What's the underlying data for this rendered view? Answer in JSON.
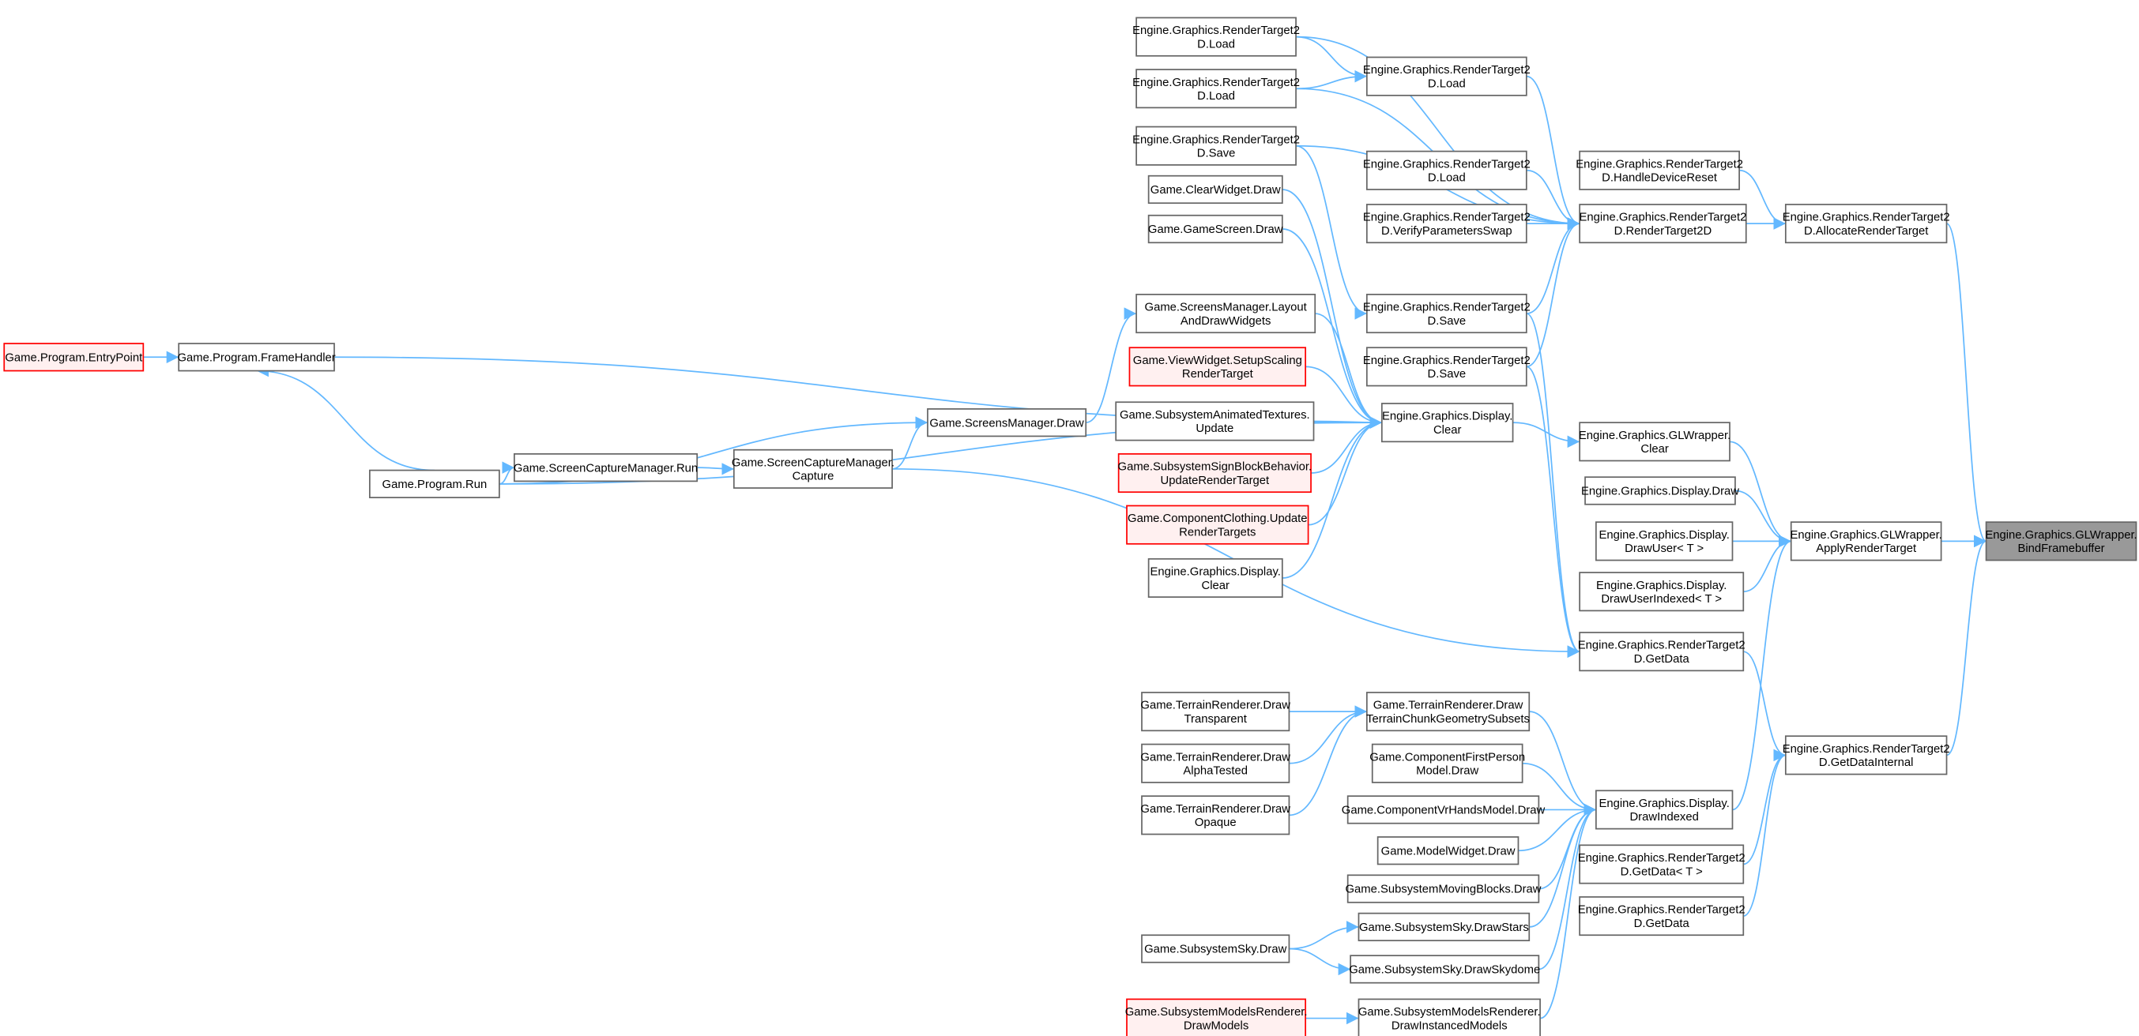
{
  "graph": {
    "title": "Engine.Graphics.GLWrapper.BindFramebuffer caller graph",
    "colors": {
      "edge": "#63b8ff",
      "node_border": "#666666",
      "node_fill": "#ffffff",
      "focus_fill": "#999999",
      "truncated_border": "#ff0000",
      "truncated_fill": "#fff0f0"
    },
    "nodes": [
      {
        "id": "n1",
        "lines": [
          "Game.Program.EntryPoint"
        ],
        "style": "truncated"
      },
      {
        "id": "n2",
        "lines": [
          "Game.Program.FrameHandler"
        ],
        "style": "normal"
      },
      {
        "id": "n3",
        "lines": [
          "Game.Program.Run"
        ],
        "style": "normal"
      },
      {
        "id": "n4",
        "lines": [
          "Game.ScreenCaptureManager.Run"
        ],
        "style": "normal"
      },
      {
        "id": "n5",
        "lines": [
          "Game.ScreenCaptureManager.",
          "Capture"
        ],
        "style": "normal"
      },
      {
        "id": "n6",
        "lines": [
          "Game.ScreensManager.Draw"
        ],
        "style": "normal"
      },
      {
        "id": "n7",
        "lines": [
          "Game.ScreensManager.Layout",
          "AndDrawWidgets"
        ],
        "style": "normal"
      },
      {
        "id": "n8",
        "lines": [
          "Game.ViewWidget.SetupScaling",
          "RenderTarget"
        ],
        "style": "truncated"
      },
      {
        "id": "n9",
        "lines": [
          "Game.SubsystemAnimatedTextures.",
          "Update"
        ],
        "style": "normal"
      },
      {
        "id": "n10",
        "lines": [
          "Game.SubsystemSignBlockBehavior.",
          "UpdateRenderTarget"
        ],
        "style": "truncated"
      },
      {
        "id": "n11",
        "lines": [
          "Game.ComponentClothing.Update",
          "RenderTargets"
        ],
        "style": "truncated"
      },
      {
        "id": "n12",
        "lines": [
          "Engine.Graphics.Display.",
          "Clear"
        ],
        "style": "normal"
      },
      {
        "id": "n13",
        "lines": [
          "Game.ClearWidget.Draw"
        ],
        "style": "normal"
      },
      {
        "id": "n14",
        "lines": [
          "Game.GameScreen.Draw"
        ],
        "style": "normal"
      },
      {
        "id": "n15",
        "lines": [
          "Engine.Graphics.RenderTarget2",
          "D.Load"
        ],
        "style": "normal"
      },
      {
        "id": "n16",
        "lines": [
          "Engine.Graphics.RenderTarget2",
          "D.Load"
        ],
        "style": "normal"
      },
      {
        "id": "n17",
        "lines": [
          "Engine.Graphics.RenderTarget2",
          "D.Save"
        ],
        "style": "normal"
      },
      {
        "id": "n18",
        "lines": [
          "Engine.Graphics.RenderTarget2",
          "D.Load"
        ],
        "style": "normal"
      },
      {
        "id": "n19",
        "lines": [
          "Engine.Graphics.RenderTarget2",
          "D.Load"
        ],
        "style": "normal"
      },
      {
        "id": "n20",
        "lines": [
          "Engine.Graphics.RenderTarget2",
          "D.VerifyParametersSwap"
        ],
        "style": "normal"
      },
      {
        "id": "n21",
        "lines": [
          "Engine.Graphics.Display.",
          "Clear"
        ],
        "style": "normal"
      },
      {
        "id": "n22",
        "lines": [
          "Engine.Graphics.RenderTarget2",
          "D.Save"
        ],
        "style": "normal"
      },
      {
        "id": "n23",
        "lines": [
          "Engine.Graphics.RenderTarget2",
          "D.Save"
        ],
        "style": "normal"
      },
      {
        "id": "n24",
        "lines": [
          "Engine.Graphics.RenderTarget2",
          "D.RenderTarget2D"
        ],
        "style": "normal"
      },
      {
        "id": "n25",
        "lines": [
          "Engine.Graphics.RenderTarget2",
          "D.HandleDeviceReset"
        ],
        "style": "normal"
      },
      {
        "id": "n26",
        "lines": [
          "Engine.Graphics.RenderTarget2",
          "D.AllocateRenderTarget"
        ],
        "style": "normal"
      },
      {
        "id": "n27",
        "lines": [
          "Engine.Graphics.GLWrapper.",
          "Clear"
        ],
        "style": "normal"
      },
      {
        "id": "n28",
        "lines": [
          "Engine.Graphics.Display.Draw"
        ],
        "style": "normal"
      },
      {
        "id": "n29",
        "lines": [
          "Engine.Graphics.Display.",
          "DrawUser< T >"
        ],
        "style": "normal"
      },
      {
        "id": "n30",
        "lines": [
          "Engine.Graphics.Display.",
          "DrawUserIndexed< T >"
        ],
        "style": "normal"
      },
      {
        "id": "n31",
        "lines": [
          "Engine.Graphics.GLWrapper.",
          "ApplyRenderTarget"
        ],
        "style": "normal"
      },
      {
        "id": "n32",
        "lines": [
          "Engine.Graphics.GLWrapper.",
          "BindFramebuffer"
        ],
        "style": "focus"
      },
      {
        "id": "n33",
        "lines": [
          "Engine.Graphics.RenderTarget2",
          "D.GetData"
        ],
        "style": "normal"
      },
      {
        "id": "n34",
        "lines": [
          "Engine.Graphics.RenderTarget2",
          "D.GetDataInternal"
        ],
        "style": "normal"
      },
      {
        "id": "n35",
        "lines": [
          "Engine.Graphics.RenderTarget2",
          "D.GetData< T >"
        ],
        "style": "normal"
      },
      {
        "id": "n36",
        "lines": [
          "Engine.Graphics.RenderTarget2",
          "D.GetData"
        ],
        "style": "normal"
      },
      {
        "id": "n37",
        "lines": [
          "Engine.Graphics.Display.",
          "DrawIndexed"
        ],
        "style": "normal"
      },
      {
        "id": "n38",
        "lines": [
          "Game.TerrainRenderer.Draw",
          "TerrainChunkGeometrySubsets"
        ],
        "style": "normal"
      },
      {
        "id": "n39",
        "lines": [
          "Game.TerrainRenderer.Draw",
          "Transparent"
        ],
        "style": "normal"
      },
      {
        "id": "n40",
        "lines": [
          "Game.TerrainRenderer.Draw",
          "AlphaTested"
        ],
        "style": "normal"
      },
      {
        "id": "n41",
        "lines": [
          "Game.TerrainRenderer.Draw",
          "Opaque"
        ],
        "style": "normal"
      },
      {
        "id": "n42",
        "lines": [
          "Game.ComponentFirstPerson",
          "Model.Draw"
        ],
        "style": "normal"
      },
      {
        "id": "n43",
        "lines": [
          "Game.ComponentVrHandsModel.Draw"
        ],
        "style": "normal"
      },
      {
        "id": "n44",
        "lines": [
          "Game.ModelWidget.Draw"
        ],
        "style": "normal"
      },
      {
        "id": "n45",
        "lines": [
          "Game.SubsystemMovingBlocks.Draw"
        ],
        "style": "normal"
      },
      {
        "id": "n46",
        "lines": [
          "Game.SubsystemSky.DrawStars"
        ],
        "style": "normal"
      },
      {
        "id": "n47",
        "lines": [
          "Game.SubsystemSky.DrawSkydome"
        ],
        "style": "normal"
      },
      {
        "id": "n48",
        "lines": [
          "Game.SubsystemModelsRenderer.",
          "DrawInstancedModels"
        ],
        "style": "normal"
      },
      {
        "id": "n49",
        "lines": [
          "Game.SubsystemModelsRenderer.",
          "DrawModels"
        ],
        "style": "truncated"
      },
      {
        "id": "n50",
        "lines": [
          "Game.SubsystemSky.Draw"
        ],
        "style": "normal"
      }
    ],
    "edges": [
      [
        "n1",
        "n2"
      ],
      [
        "n3",
        "n2"
      ],
      [
        "n3",
        "n4"
      ],
      [
        "n4",
        "n5"
      ],
      [
        "n5",
        "n6"
      ],
      [
        "n3",
        "n6"
      ],
      [
        "n6",
        "n7"
      ],
      [
        "n3",
        "n21"
      ],
      [
        "n2",
        "n21"
      ],
      [
        "n5",
        "n33"
      ],
      [
        "n7",
        "n21"
      ],
      [
        "n8",
        "n21"
      ],
      [
        "n9",
        "n21"
      ],
      [
        "n10",
        "n21"
      ],
      [
        "n11",
        "n21"
      ],
      [
        "n12",
        "n21"
      ],
      [
        "n13",
        "n21"
      ],
      [
        "n14",
        "n21"
      ],
      [
        "n21",
        "n27"
      ],
      [
        "n15",
        "n18"
      ],
      [
        "n16",
        "n18"
      ],
      [
        "n15",
        "n24"
      ],
      [
        "n16",
        "n24"
      ],
      [
        "n18",
        "n24"
      ],
      [
        "n19",
        "n24"
      ],
      [
        "n20",
        "n24"
      ],
      [
        "n17",
        "n24"
      ],
      [
        "n17",
        "n22"
      ],
      [
        "n22",
        "n24"
      ],
      [
        "n23",
        "n24"
      ],
      [
        "n22",
        "n33"
      ],
      [
        "n23",
        "n33"
      ],
      [
        "n24",
        "n26"
      ],
      [
        "n25",
        "n26"
      ],
      [
        "n26",
        "n32"
      ],
      [
        "n27",
        "n31"
      ],
      [
        "n28",
        "n31"
      ],
      [
        "n29",
        "n31"
      ],
      [
        "n30",
        "n31"
      ],
      [
        "n37",
        "n31"
      ],
      [
        "n31",
        "n32"
      ],
      [
        "n34",
        "n32"
      ],
      [
        "n33",
        "n34"
      ],
      [
        "n35",
        "n34"
      ],
      [
        "n36",
        "n34"
      ],
      [
        "n39",
        "n38"
      ],
      [
        "n40",
        "n38"
      ],
      [
        "n41",
        "n38"
      ],
      [
        "n38",
        "n37"
      ],
      [
        "n42",
        "n37"
      ],
      [
        "n43",
        "n37"
      ],
      [
        "n44",
        "n37"
      ],
      [
        "n45",
        "n37"
      ],
      [
        "n46",
        "n37"
      ],
      [
        "n47",
        "n37"
      ],
      [
        "n48",
        "n37"
      ],
      [
        "n50",
        "n46"
      ],
      [
        "n50",
        "n47"
      ],
      [
        "n49",
        "n48"
      ]
    ]
  }
}
